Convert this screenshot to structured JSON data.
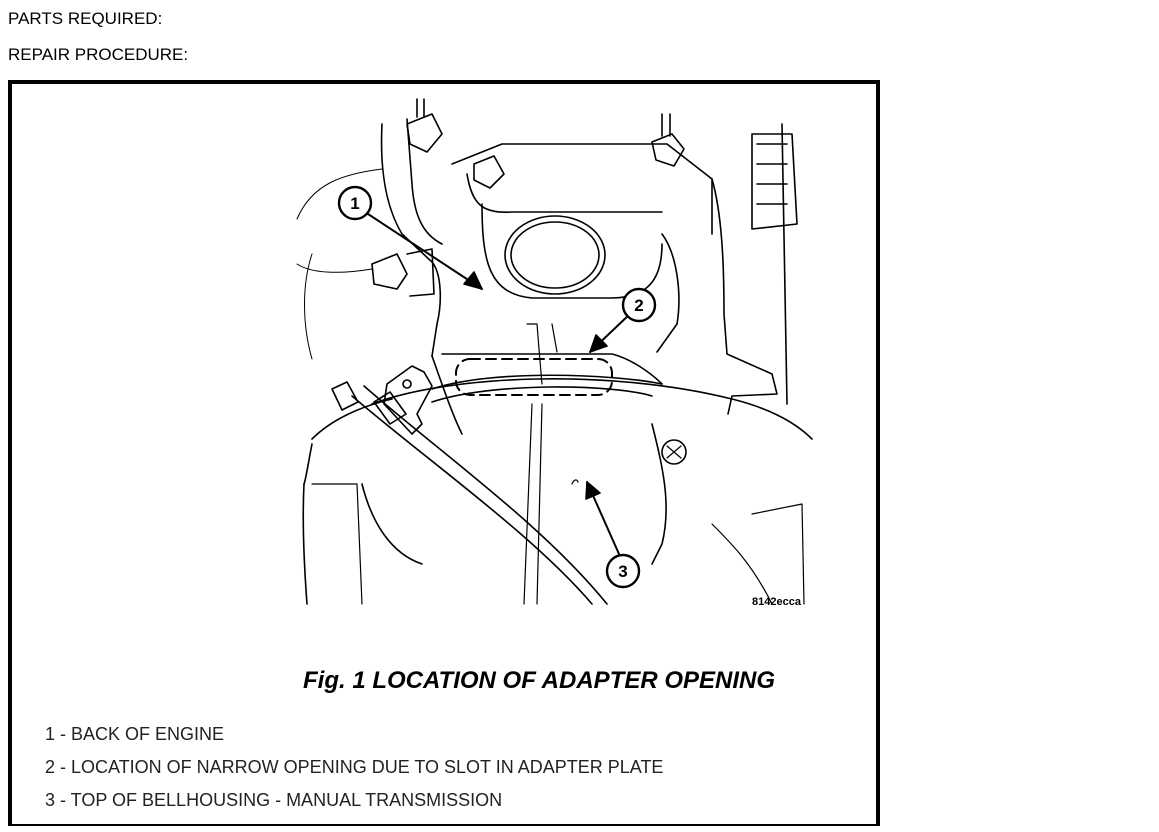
{
  "document": {
    "parts_heading": "PARTS REQUIRED:",
    "repair_heading": "REPAIR PROCEDURE:"
  },
  "figure": {
    "caption": "Fig. 1 LOCATION OF ADAPTER OPENING",
    "image_code": "8142ecca",
    "callouts": [
      "1",
      "2",
      "3"
    ],
    "legend": [
      "1 - BACK OF ENGINE",
      "2 - LOCATION OF NARROW OPENING DUE TO SLOT IN ADAPTER PLATE",
      "3 - TOP OF BELLHOUSING - MANUAL TRANSMISSION"
    ]
  },
  "colors": {
    "ink": "#000000",
    "background": "#ffffff"
  }
}
